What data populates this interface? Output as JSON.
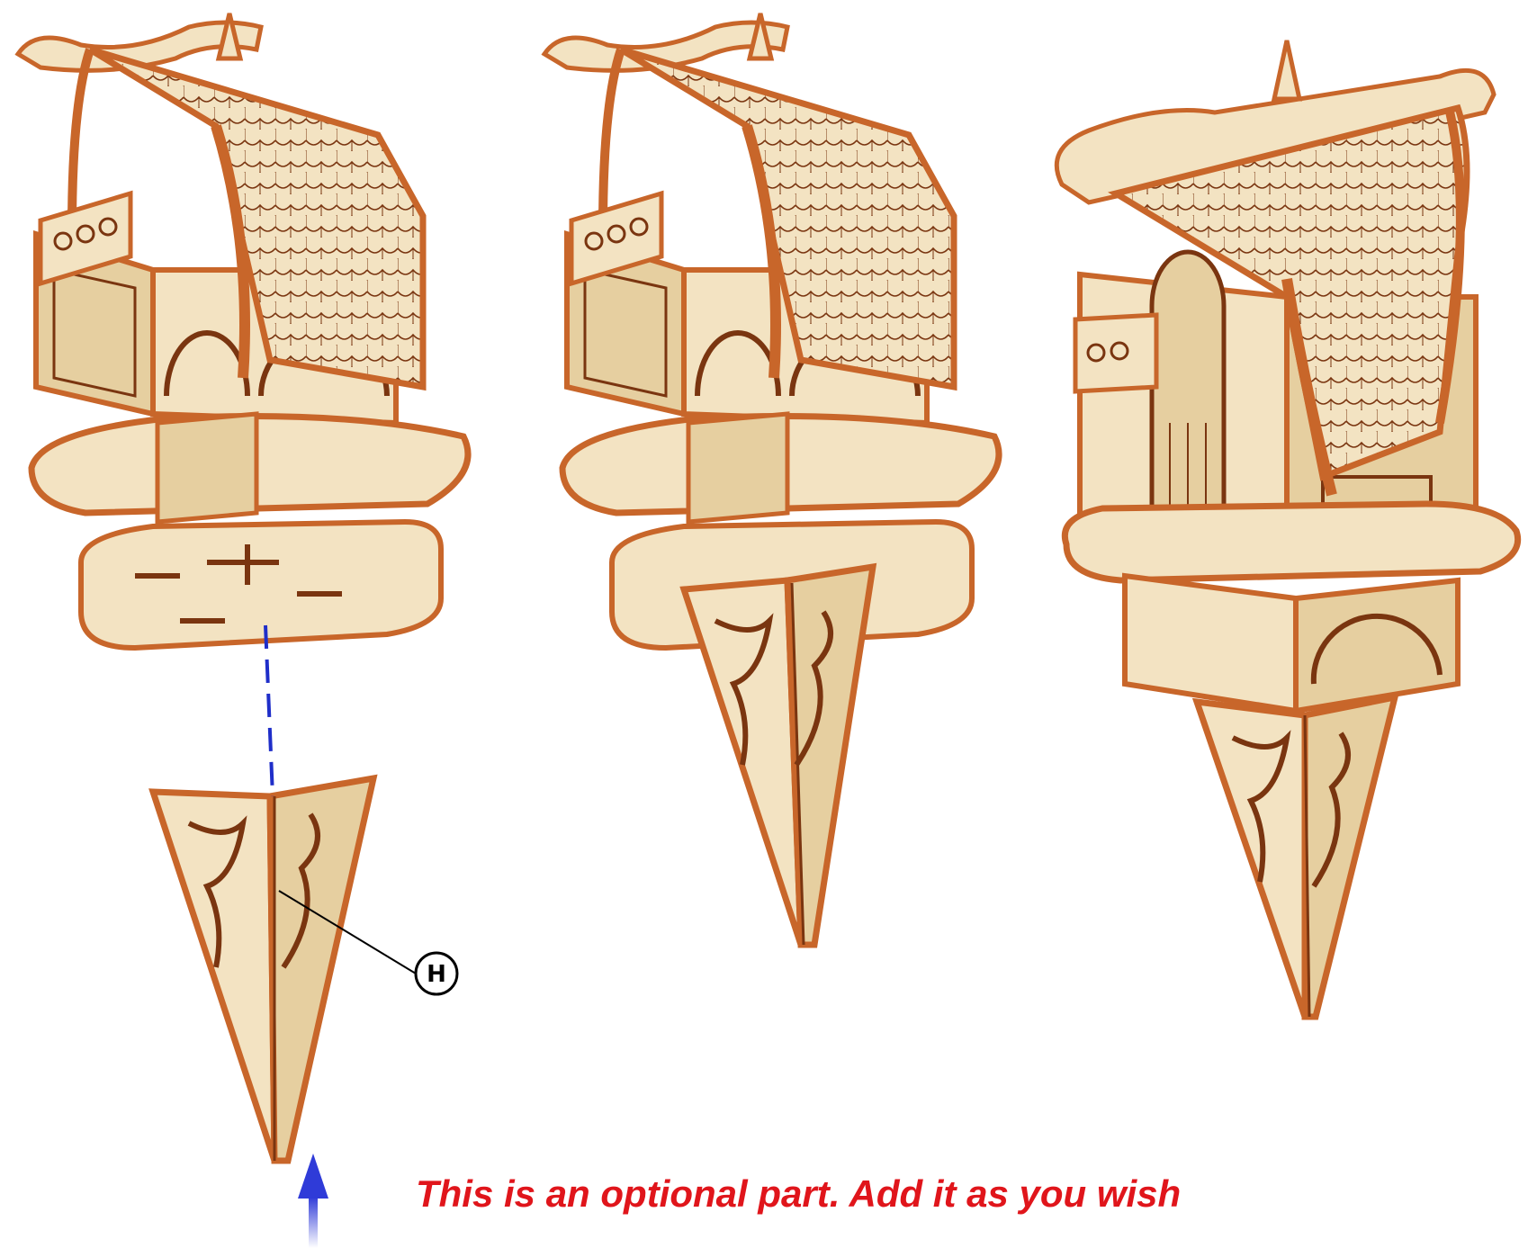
{
  "callout": {
    "letter": "H"
  },
  "note": {
    "text": "This is an optional part. Add it as you wish"
  },
  "colors": {
    "wood": "#f3e3c2",
    "wood_dark": "#e6cfa0",
    "edge": "#c8662a",
    "edge_dark": "#7a3510",
    "guide_line": "#1f2ec9",
    "arrow": "#2f3bd8",
    "note": "#e0151b"
  },
  "views": [
    "exploded-stake-assembly",
    "stake-attached",
    "assembled-house-on-stake"
  ]
}
